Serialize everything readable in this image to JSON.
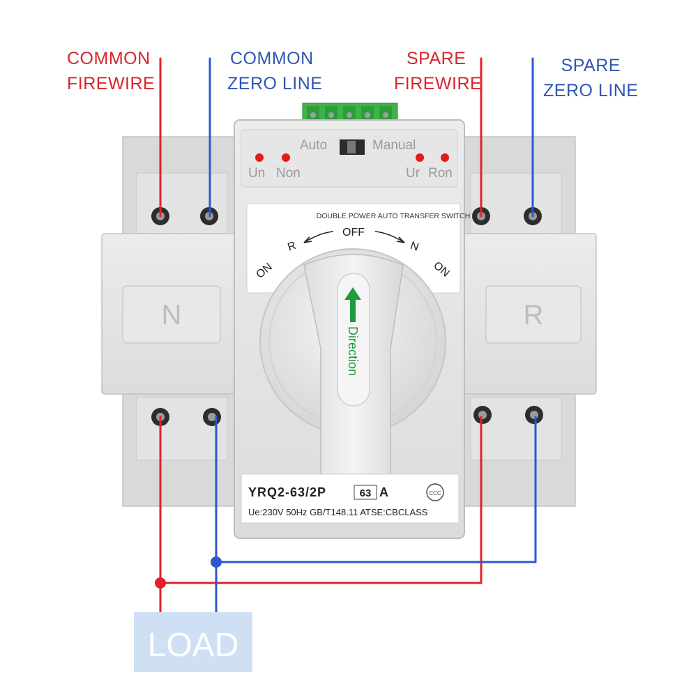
{
  "labels": {
    "common_firewire": [
      "COMMON",
      "FIREWIRE"
    ],
    "common_zero_line": [
      "COMMON",
      "ZERO LINE"
    ],
    "spare_firewire": [
      "SPARE",
      "FIREWIRE"
    ],
    "spare_zero_line": [
      "SPARE",
      "ZERO LINE"
    ],
    "load": "LOAD"
  },
  "device": {
    "mode_left": "Auto",
    "mode_right": "Manual",
    "indicators": [
      "Un",
      "Non",
      "Ur",
      "Ron"
    ],
    "header": "DOUBLE POWER AUTO TRANSFER SWITCH",
    "dial_off": "OFF",
    "dial_r": "R",
    "dial_n": "N",
    "dial_on_left": "ON",
    "dial_on_right": "ON",
    "handle_text": "Direction",
    "side_left": "N",
    "side_right": "R",
    "model": "YRQ2-63/2P",
    "rating": "63",
    "rating_unit": "A",
    "specs": "Ue:230V  50Hz  GB/T148.11 ATSE:CBCLASS",
    "cert_mark": "CCC"
  },
  "colors": {
    "fire_wire": "#e3212b",
    "zero_wire": "#2c57d0",
    "body": "#e4e4e4",
    "terminal_block": "#3fb24a",
    "indicator_led": "#e21b1b",
    "direction_arrow": "#1f9a3c",
    "load_box": "#cfe0f4"
  }
}
